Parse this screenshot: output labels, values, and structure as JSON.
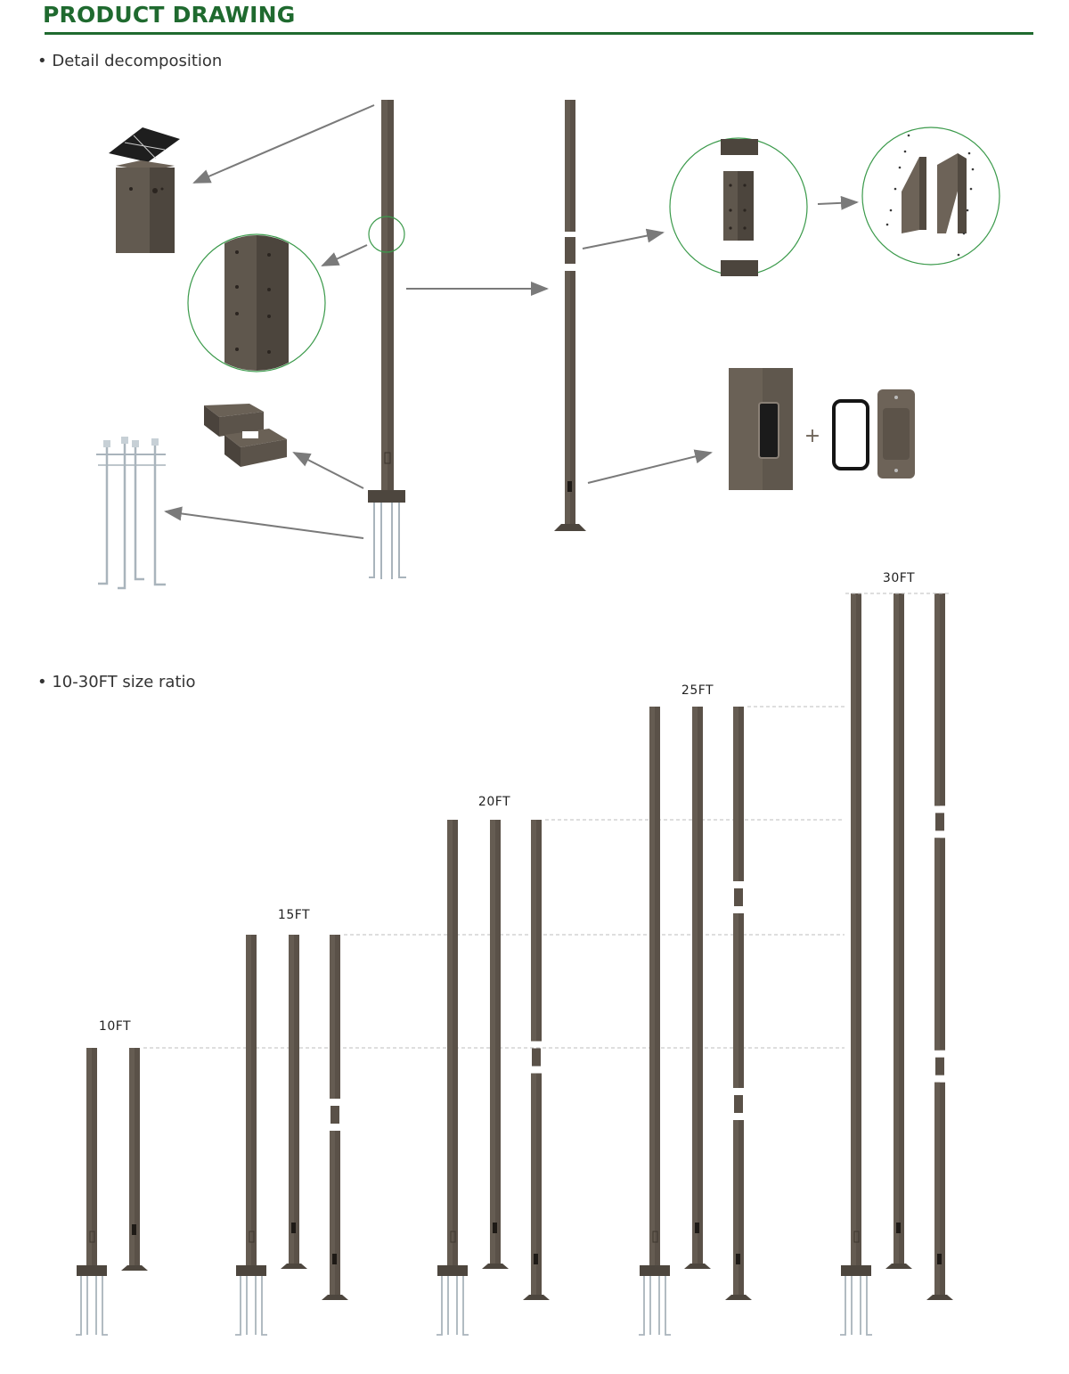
{
  "header": {
    "title": "PRODUCT DRAWING"
  },
  "sections": {
    "detail": "• Detail decomposition",
    "ratio": "• 10-30FT size ratio"
  },
  "detail": {
    "plus_sign": "+"
  },
  "sizes": [
    {
      "label": "10FT",
      "sections": 1
    },
    {
      "label": "15FT",
      "sections": 2
    },
    {
      "label": "20FT",
      "sections": 2
    },
    {
      "label": "25FT",
      "sections": 3
    },
    {
      "label": "30FT",
      "sections": 3
    }
  ],
  "colors": {
    "brand": "#1f6a2f",
    "pole": "#5a5148",
    "pole_edge": "#3e372f",
    "bolt": "#a9b4bc",
    "circle": "#3b9a4b",
    "arrow": "#7a7a7a"
  }
}
